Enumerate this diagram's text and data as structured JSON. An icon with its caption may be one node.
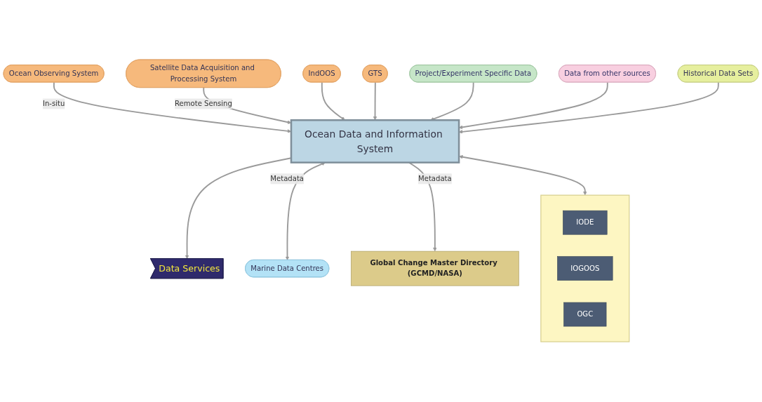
{
  "diagram": {
    "nodes": [
      {
        "text": [
          "Ocean Observing System"
        ]
      },
      {
        "text": [
          "Satellite Data Acquisition and Processing System"
        ]
      },
      {
        "text": [
          "IndOOS"
        ]
      },
      {
        "text": [
          "GTS"
        ]
      },
      {
        "text": [
          "Ocean Data and Information System"
        ]
      },
      {
        "text": [
          "Data Services"
        ]
      },
      {
        "text": [
          "Project/Experiment Specific Data"
        ]
      },
      {
        "text": [
          "Data from other sources"
        ]
      },
      {
        "text": [
          "Marine Data Centres"
        ]
      },
      {
        "text": [
          "Historical Data Sets"
        ]
      },
      {
        "text": [],
        "shape": "box"
      },
      {
        "text": [
          "IODE"
        ],
        "in": 10
      },
      {
        "text": [
          "IOGOOS"
        ],
        "in": 10
      },
      {
        "text": [
          "OGC"
        ],
        "in": 10
      },
      {
        "text": [
          "Global Change Master Directory (GCMD/NASA)"
        ]
      }
    ],
    "edges": [
      {
        "from": 0,
        "to": 4,
        "arrow": "to",
        "label": "In-situ"
      },
      {
        "from": 1,
        "to": 4,
        "arrow": "to",
        "label": "Remote Sensing"
      },
      {
        "from": 2,
        "to": 4,
        "arrow": "to"
      },
      {
        "from": 3,
        "to": 4,
        "arrow": "to"
      },
      {
        "from": 6,
        "to": 4,
        "arrow": "to"
      },
      {
        "from": 7,
        "to": 4,
        "arrow": "to"
      },
      {
        "from": 9,
        "to": 4,
        "arrow": "to"
      },
      {
        "from": 4,
        "to": 5,
        "arrow": "to"
      },
      {
        "from": 4,
        "to": 8,
        "arrow": "both",
        "label": "Metadata"
      },
      {
        "from": 4,
        "to": 10,
        "arrow": "both"
      },
      {
        "from": 4,
        "to": 14,
        "arrow": "to",
        "label": "Metadata"
      }
    ]
  }
}
